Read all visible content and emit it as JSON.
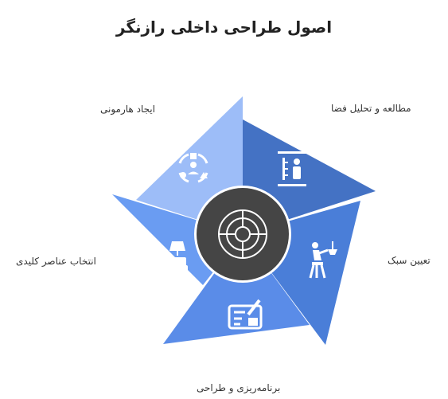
{
  "title": "اصول طراحی داخلی رازنگر",
  "center_icon": "crosshair-target-icon",
  "segments": [
    {
      "label": "مطالعه و تحلیل فضا",
      "icon": "person-measure-icon",
      "color": "#4472c4"
    },
    {
      "label": "تعیین سبک",
      "icon": "person-stool-lamp-icon",
      "color": "#4a7ed8"
    },
    {
      "label": "برنامه‌ریزی و طراحی",
      "icon": "blueprint-pen-icon",
      "color": "#5a8ce8"
    },
    {
      "label": "انتخاب عناصر کلیدی",
      "icon": "furniture-icon",
      "color": "#6a9cf2"
    },
    {
      "label": "ایجاد هارمونی",
      "icon": "harmony-shapes-icon",
      "color": "#9dbdf8"
    }
  ]
}
